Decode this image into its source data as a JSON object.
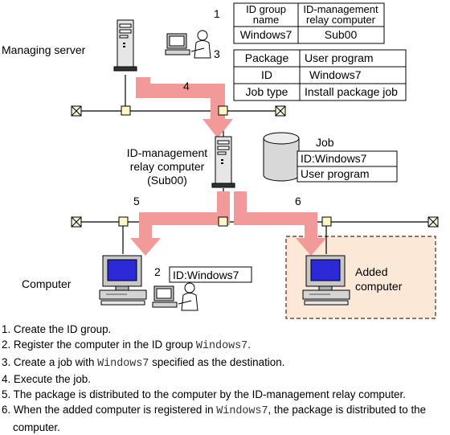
{
  "labels": {
    "managing_server": "Managing server",
    "relay_line1": "ID-management",
    "relay_line2": "relay computer",
    "relay_line3": "(Sub00)",
    "job": "Job",
    "computer": "Computer",
    "added_line1": "Added",
    "added_line2": "computer"
  },
  "step_markers": {
    "s1": "1",
    "s2": "2",
    "s3": "3",
    "s4": "4",
    "s5": "5",
    "s6": "6"
  },
  "group_table": {
    "header_col1_line1": "ID group",
    "header_col1_line2": "name",
    "header_col2_line1": "ID-management",
    "header_col2_line2": "relay computer",
    "row_col1": "Windows7",
    "row_col2": "Sub00"
  },
  "package_table": {
    "rows": [
      {
        "key": "Package",
        "value": "User program"
      },
      {
        "key": "ID",
        "value": "Windows7"
      },
      {
        "key": "Job type",
        "value": "Install package job"
      }
    ]
  },
  "job_box": {
    "id": "ID:Windows7",
    "program": "User program"
  },
  "computer_id": "ID:Windows7",
  "steps": [
    {
      "num": "1.",
      "text": "Create the ID group."
    },
    {
      "num": "2.",
      "pre": "Register the computer in the ID group ",
      "code": "Windows7",
      "post": "."
    },
    {
      "num": "3.",
      "pre": "Create a job with ",
      "code": "Windows7",
      "post": " specified as the destination."
    },
    {
      "num": "4.",
      "text": "Execute the job."
    },
    {
      "num": "5.",
      "text": "The package is distributed to the computer by the ID-management relay computer."
    },
    {
      "num": "6.",
      "pre": "When the added computer is registered in ",
      "code": "Windows7",
      "post": ", the package is distributed to the computer."
    }
  ],
  "colors": {
    "arrow": "#f29a9a",
    "node": "#fff6c6",
    "added_bg": "#fbe8d6",
    "screen": "#2a2ad8"
  }
}
